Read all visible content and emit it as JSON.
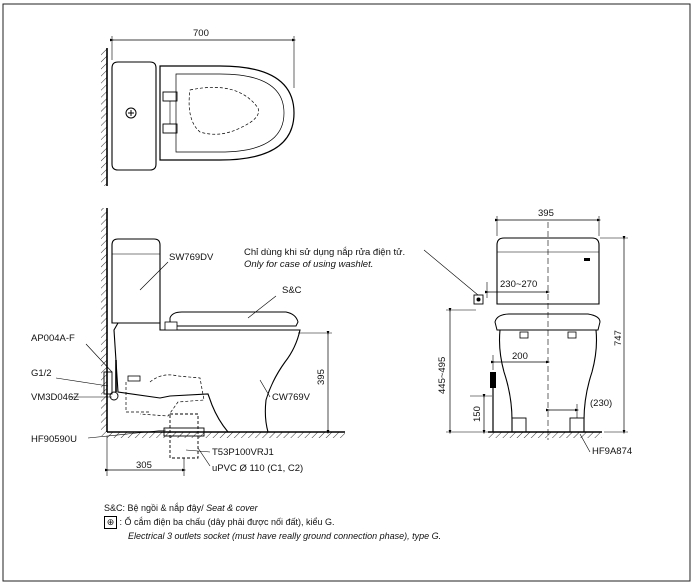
{
  "top_view": {
    "width_dim": "700"
  },
  "side_view": {
    "labels": {
      "tank_model": "SW769DV",
      "seat_cover": "S&C",
      "valve": "AP004A-F",
      "thread": "G1/2",
      "angle_valve": "VM3D046Z",
      "flange": "HF90590U",
      "bowl_model": "CW769V",
      "trap": "T53P100VRJ1",
      "pipe": "uPVC Ø 110 (C1, C2)"
    },
    "dims": {
      "rough_in": "305",
      "seat_height": "395"
    }
  },
  "front_view": {
    "notice_vi": "Chỉ dùng khi sử dụng nắp rửa điện tử.",
    "notice_en": "Only for case of using washlet.",
    "dims": {
      "width": "395",
      "height": "747",
      "socket_range": "230~270",
      "water_supply_range": "445~495",
      "bolt_spacing": "200",
      "supply_height": "150",
      "bolt_offset": "(230)"
    },
    "fixing_kit": "HF9A874"
  },
  "legend": {
    "sc_prefix": "S&C:",
    "sc_vi": "Bệ ngồi & nắp đậy/",
    "sc_en": "Seat & cover",
    "socket_symbol": "⊕",
    "socket_vi": ": Ổ cắm điện ba chấu (dây phải được nối đất), kiểu G.",
    "socket_en": "Electrical 3 outlets socket (must have really ground connection phase), type G."
  }
}
